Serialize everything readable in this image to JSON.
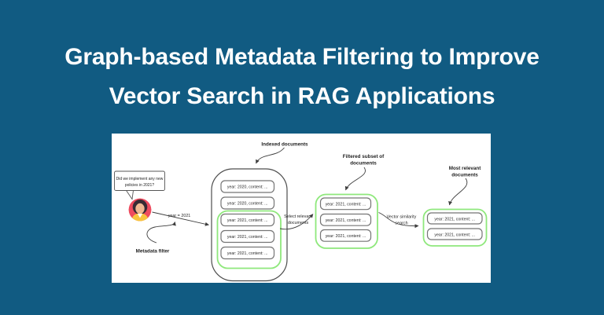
{
  "title": {
    "line1": "Graph-based Metadata Filtering to Improve",
    "line2": "Vector Search in RAG Applications"
  },
  "diagram": {
    "user_question": {
      "line1": "Did we implement any new",
      "line2": "policies in 2021?"
    },
    "labels": {
      "year_filter": "year = 2021",
      "metadata_filter": "Metadata filter",
      "indexed_documents": "Indexed documents",
      "select_relevant_1": "Select relevant",
      "select_relevant_2": "documents",
      "filtered_subset_1": "Filtered subset of",
      "filtered_subset_2": "documents",
      "vector_similarity_1": "Vector similarity",
      "vector_similarity_2": "search",
      "most_relevant_1": "Most relevant",
      "most_relevant_2": "documents"
    },
    "indexed_documents": [
      "year: 2020, content: ...",
      "year: 2020, content: ...",
      "year: 2021, content: ...",
      "year: 2021, content: ...",
      "year: 2021, content: ..."
    ],
    "filtered_documents": [
      "year: 2021, content: ...",
      "year: 2021, content: ...",
      "year: 2021, content: ..."
    ],
    "final_documents": [
      "year: 2021, content: ...",
      "year: 2021, content: ..."
    ],
    "colors": {
      "background": "#115b82",
      "title_text": "#ffffff",
      "panel": "#ffffff",
      "highlight_green": "#8fe87c",
      "container_border": "#4d4d4d",
      "box_border": "#757575",
      "arrow": "#3d3d3d",
      "avatar_bg": "#ee4b5f",
      "avatar_hair": "#382b34",
      "avatar_skin": "#f0b893",
      "avatar_shirt": "#f8c43f"
    }
  }
}
